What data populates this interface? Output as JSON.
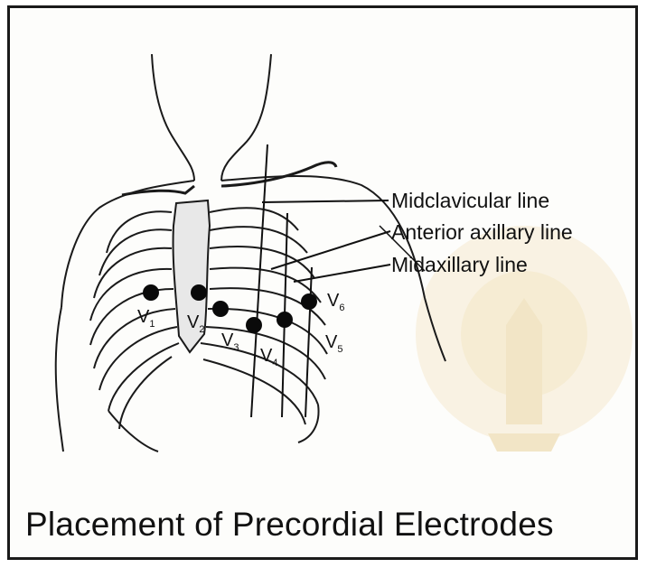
{
  "labels": {
    "midclavicular": "Midclavicular line",
    "anterior_axillary": "Anterior axillary line",
    "midaxillary": "Midaxillary line"
  },
  "electrodes": [
    {
      "letter": "V",
      "sub": "1"
    },
    {
      "letter": "V",
      "sub": "2"
    },
    {
      "letter": "V",
      "sub": "3"
    },
    {
      "letter": "V",
      "sub": "4"
    },
    {
      "letter": "V",
      "sub": "5"
    },
    {
      "letter": "V",
      "sub": "6"
    }
  ],
  "caption": "Placement of Precordial Electrodes",
  "colors": {
    "ink": "#111111",
    "paper": "#fdfdfb",
    "watermark": "#f3e3b8"
  }
}
